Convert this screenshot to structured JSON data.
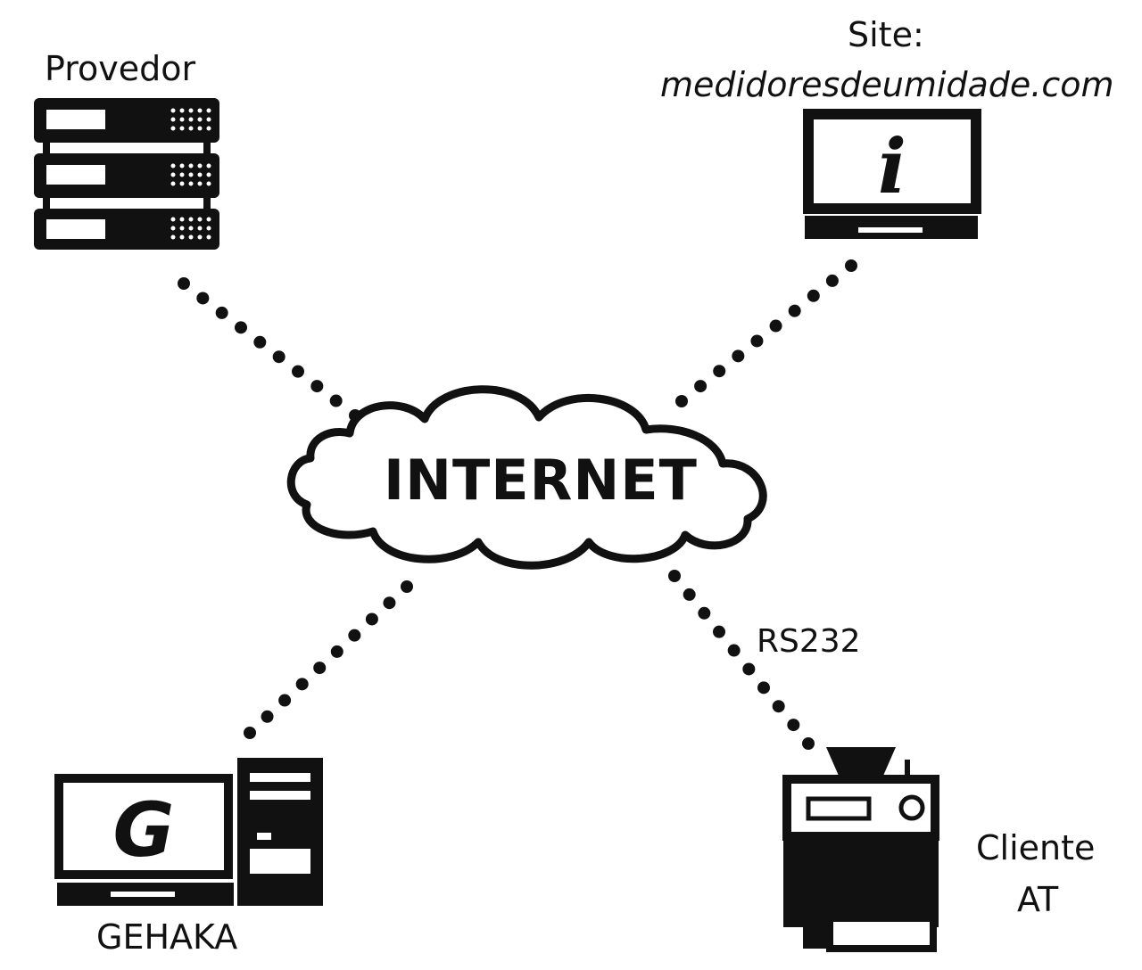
{
  "nodes": {
    "provedor": {
      "label": "Provedor",
      "icon": "server-rack-icon"
    },
    "site": {
      "label": "Site:",
      "url": "medidoresdeumidade.com",
      "icon": "laptop-info-icon"
    },
    "internet": {
      "label": "INTERNET",
      "icon": "cloud-icon"
    },
    "gehaka": {
      "label": "GEHAKA",
      "icon": "desktop-computer-icon"
    },
    "cliente": {
      "label_line1": "Cliente",
      "label_line2": "AT",
      "icon": "moisture-meter-device-icon"
    }
  },
  "links": [
    {
      "from": "provedor",
      "to": "internet",
      "label": ""
    },
    {
      "from": "site",
      "to": "internet",
      "label": ""
    },
    {
      "from": "gehaka",
      "to": "internet",
      "label": ""
    },
    {
      "from": "cliente",
      "to": "internet",
      "label": "RS232"
    }
  ],
  "colors": {
    "ink": "#111111",
    "background": "#ffffff"
  }
}
